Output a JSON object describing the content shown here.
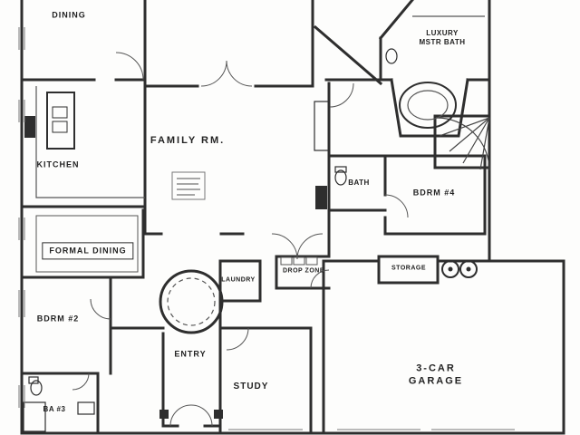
{
  "document_type": "architectural floor plan",
  "colors": {
    "ink": "#2e2e2e",
    "paper": "#fdfdfc",
    "faint": "#888888"
  },
  "rooms": {
    "dining": {
      "label": "DINING"
    },
    "family": {
      "label": "FAMILY RM."
    },
    "kitchen": {
      "label": "KITCHEN"
    },
    "formal_dining": {
      "label": "FORMAL DINING"
    },
    "bdrm2": {
      "label": "BDRM #2"
    },
    "ba3": {
      "label": "BA #3"
    },
    "entry": {
      "label": "ENTRY"
    },
    "study": {
      "label": "STUDY"
    },
    "garage": {
      "line1": "3-CAR",
      "line2": "GARAGE"
    },
    "master_bath": {
      "line1": "LUXURY",
      "line2": "MSTR BATH"
    },
    "bdrm4": {
      "label": "BDRM #4"
    },
    "bath": {
      "label": "BATH"
    },
    "laundry": {
      "label": "LAUNDRY"
    },
    "drop_zone": {
      "label": "DROP ZONE"
    },
    "storage": {
      "label": "STORAGE"
    }
  },
  "features": {
    "rotunda": "round entry rotunda with dashed inner ring",
    "master_tub": "oval garden tub in angled bay",
    "stairs": "curved stair fan at right",
    "kitchen_island": "island with double sink",
    "water_heaters": "two circles in garage",
    "spec_note": "small illegible specification text block in family room"
  }
}
